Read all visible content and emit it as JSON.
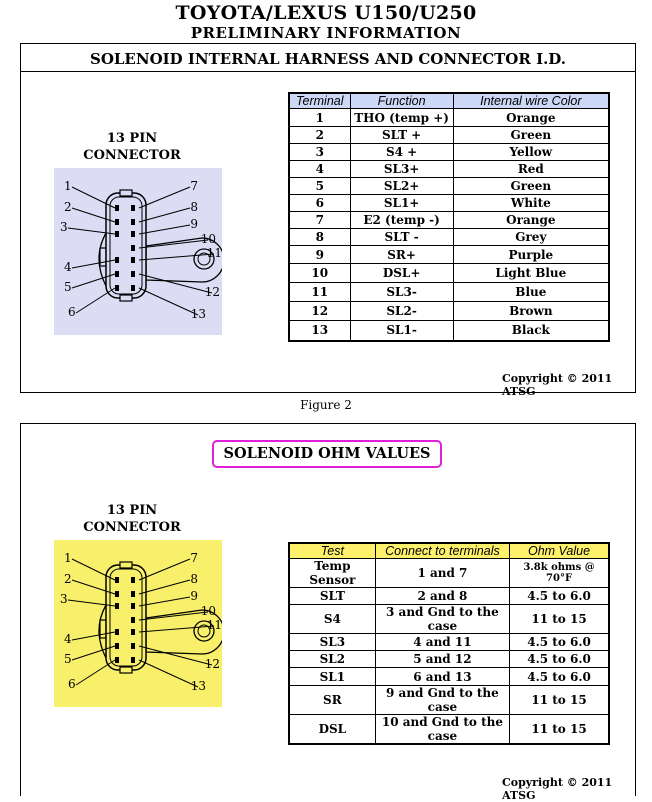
{
  "header": {
    "title": "TOYOTA/LEXUS U150/U250",
    "subtitle": "PRELIMINARY INFORMATION"
  },
  "figure_caption": "Figure 2",
  "connector": {
    "label_line1": "13 PIN",
    "label_line2": "CONNECTOR",
    "pins": [
      "1",
      "2",
      "3",
      "4",
      "5",
      "6",
      "7",
      "8",
      "9",
      "10",
      "11",
      "12",
      "13"
    ]
  },
  "colors": {
    "panel1_bg": "#dcdcf5",
    "panel2_bg": "#f8f06a",
    "table2_header_bg": "#fdf06a",
    "highlight_border": "#e020d8"
  },
  "section1": {
    "heading": "SOLENOID INTERNAL HARNESS AND CONNECTOR I.D.",
    "columns": [
      "Terminal",
      "Function",
      "Internal wire Color"
    ],
    "rows": [
      [
        "1",
        "THO (temp +)",
        "Orange"
      ],
      [
        "2",
        "SLT +",
        "Green"
      ],
      [
        "3",
        "S4 +",
        "Yellow"
      ],
      [
        "4",
        "SL3+",
        "Red"
      ],
      [
        "5",
        "SL2+",
        "Green"
      ],
      [
        "6",
        "SL1+",
        "White"
      ],
      [
        "7",
        "E2 (temp -)",
        "Orange"
      ],
      [
        "8",
        "SLT -",
        "Grey"
      ],
      [
        "9",
        "SR+",
        "Purple"
      ],
      [
        "10",
        "DSL+",
        "Light Blue"
      ],
      [
        "11",
        "SL3-",
        "Blue"
      ],
      [
        "12",
        "SL2-",
        "Brown"
      ],
      [
        "13",
        "SL1-",
        "Black"
      ]
    ],
    "copyright": "Copyright © 2011 ATSG"
  },
  "section2": {
    "heading": "SOLENOID OHM VALUES",
    "columns": [
      "Test",
      "Connect to terminals",
      "Ohm Value"
    ],
    "rows": [
      [
        "Temp Sensor",
        "1 and 7",
        "3.8k ohms @ 70°F"
      ],
      [
        "SLT",
        "2 and 8",
        "4.5 to 6.0"
      ],
      [
        "S4",
        "3 and Gnd to the case",
        "11 to 15"
      ],
      [
        "SL3",
        "4 and 11",
        "4.5 to 6.0"
      ],
      [
        "SL2",
        "5 and 12",
        "4.5 to 6.0"
      ],
      [
        "SL1",
        "6 and 13",
        "4.5 to 6.0"
      ],
      [
        "SR",
        "9 and Gnd to the case",
        "11 to 15"
      ],
      [
        "DSL",
        "10 and Gnd to the case",
        "11 to 15"
      ]
    ],
    "copyright": "Copyright © 2011 ATSG"
  }
}
